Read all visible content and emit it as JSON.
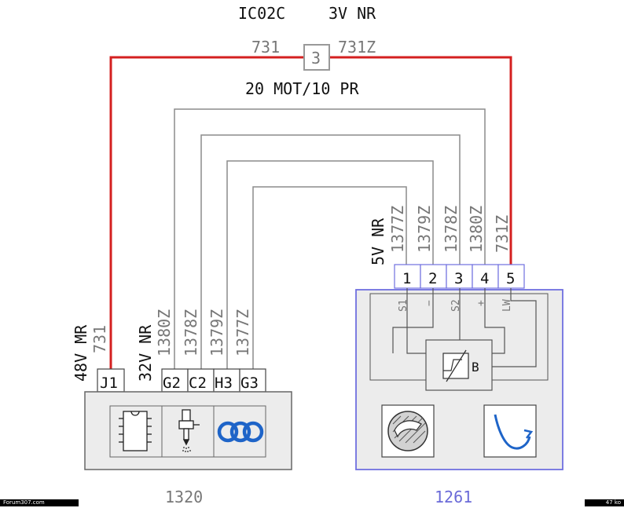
{
  "header": {
    "connector_code": "IC02C",
    "connector_spec": "3V NR",
    "wire_left": "731",
    "wire_right": "731Z",
    "junction": "3",
    "ground_ref": "20 MOT/10 PR"
  },
  "component_1320": {
    "label": "1320",
    "connector_a": "48V MR",
    "connector_a_wire": "731",
    "connector_b": "32V NR",
    "connector_b_wires": [
      "1380Z",
      "1378Z",
      "1379Z",
      "1377Z"
    ],
    "pins": [
      "J1",
      "G2",
      "C2",
      "H3",
      "G3"
    ],
    "icons": [
      "chip-icon",
      "injector-icon",
      "coil-icon"
    ]
  },
  "component_1261": {
    "label": "1261",
    "connector": "5V NR",
    "wires": [
      "1377Z",
      "1379Z",
      "1378Z",
      "1380Z",
      "731Z"
    ],
    "pins": [
      "1",
      "2",
      "3",
      "4",
      "5"
    ],
    "signals": [
      "S1",
      "−",
      "S2",
      "+",
      "LW"
    ],
    "sensor_letter": "B",
    "icons": [
      "steering-wheel-icon",
      "angle-curve-icon"
    ]
  },
  "colors": {
    "supply_wire": "#d42020",
    "signal_wire": "#8c8c8c",
    "sensor_box": "#7070e0"
  },
  "footer": {
    "left": "Forum307.com",
    "right": "47 ko"
  }
}
